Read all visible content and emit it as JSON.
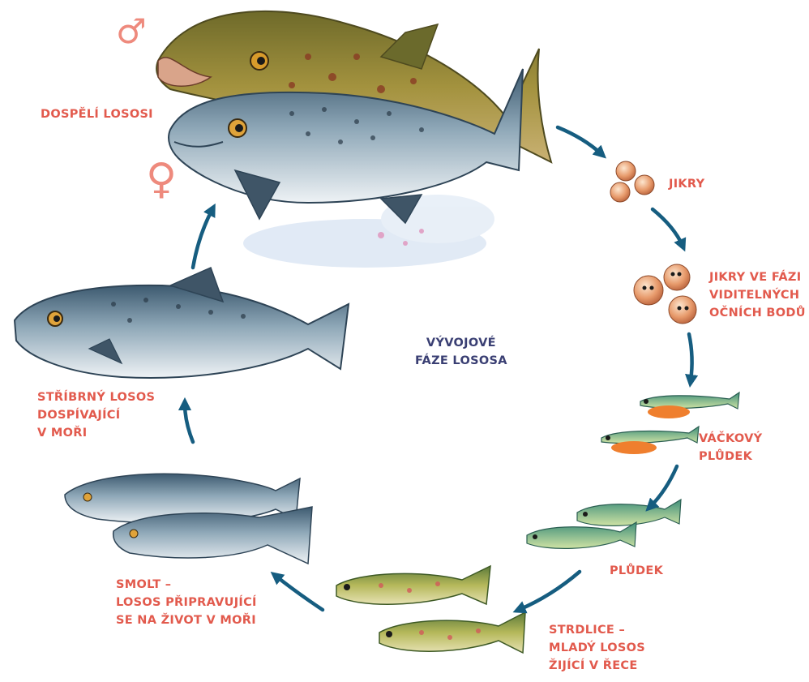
{
  "colors": {
    "label": "#e25a4d",
    "center_label": "#3a3f73",
    "arrow": "#165d80",
    "symbol": "#ee8a7d"
  },
  "symbols": {
    "male": "♂",
    "female": "♀"
  },
  "center_title": [
    "VÝVOJOVÉ",
    "FÁZE LOSOSA"
  ],
  "stages": [
    {
      "lines": [
        "DOSPĚLÍ LOSOSI"
      ]
    },
    {
      "lines": [
        "JIKRY"
      ]
    },
    {
      "lines": [
        "JIKRY VE FÁZI",
        "VIDITELNÝCH",
        "OČNÍCH BODŮ"
      ]
    },
    {
      "lines": [
        "VÁČKOVÝ",
        "PLŮDEK"
      ]
    },
    {
      "lines": [
        "PLŮDEK"
      ]
    },
    {
      "lines": [
        "STRDLICE –",
        "MLADÝ LOSOS",
        "ŽIJÍCÍ V ŘECE"
      ]
    },
    {
      "lines": [
        "SMOLT –",
        "LOSOS PŘIPRAVUJÍCÍ",
        "SE NA ŽIVOT V MOŘI"
      ]
    },
    {
      "lines": [
        "STŘÍBRNÝ LOSOS",
        "DOSPÍVAJÍCÍ",
        "V MOŘI"
      ]
    }
  ]
}
